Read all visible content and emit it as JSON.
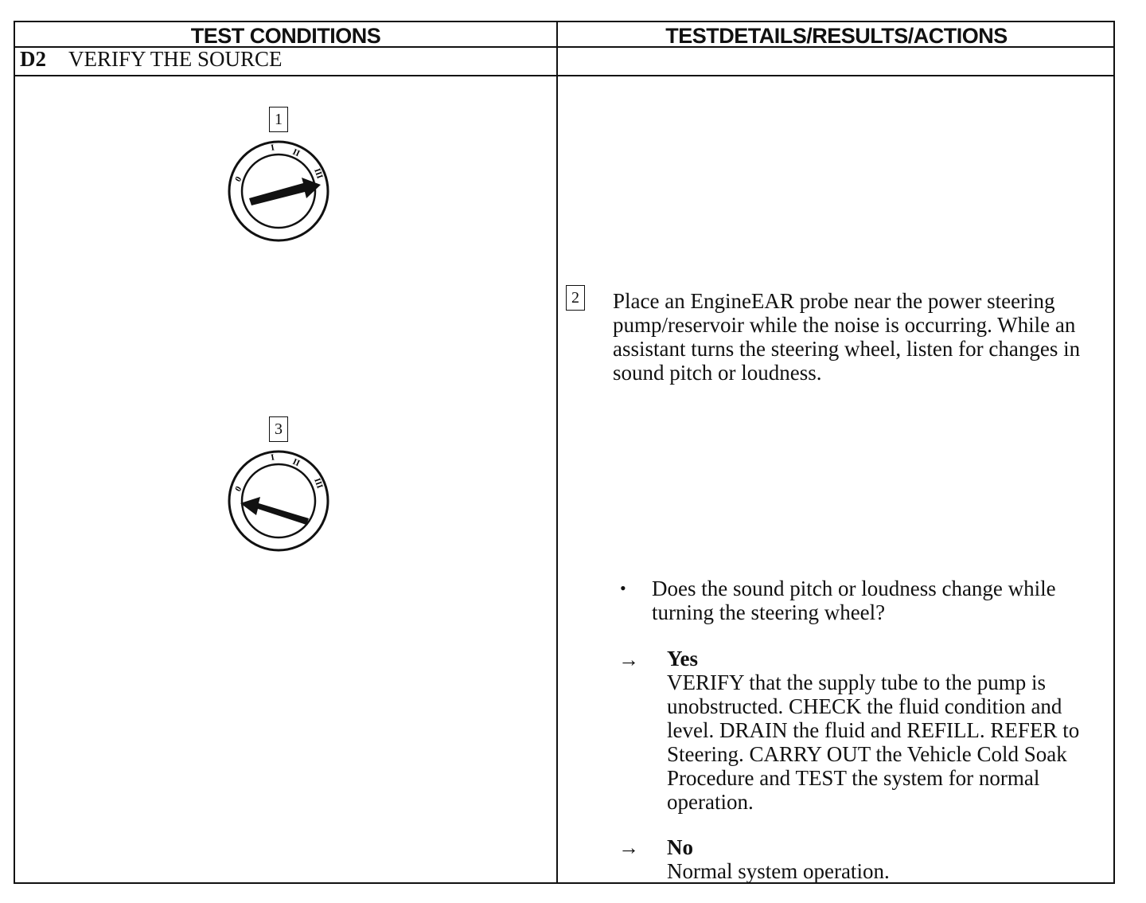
{
  "header": {
    "left": "TEST CONDITIONS",
    "right": "TESTDETAILS/RESULTS/ACTIONS"
  },
  "step": {
    "id": "D2",
    "title": "VERIFY THE SOURCE"
  },
  "callouts": {
    "c1": "1",
    "c2": "2",
    "c3": "3"
  },
  "dial_marks": {
    "m0": "0",
    "m1": "I",
    "m2": "II",
    "m3": "III"
  },
  "instruction": "Place an EngineEAR probe near the power steering pump/reservoir while the noise is occurring. While an assistant turns the steering wheel, listen for changes in sound pitch or loudness.",
  "question": {
    "bullet": "•",
    "text": "Does the sound pitch or loudness change while turning the steering wheel?"
  },
  "options": [
    {
      "arrow": "→",
      "label": "Yes",
      "text": "VERIFY that the supply tube to the pump is unobstructed. CHECK the fluid condition and level. DRAIN the fluid and REFILL. REFER to Steering. CARRY OUT the Vehicle Cold Soak Procedure and TEST the system for normal operation."
    },
    {
      "arrow": "→",
      "label": "No",
      "text": "Normal system operation."
    }
  ]
}
